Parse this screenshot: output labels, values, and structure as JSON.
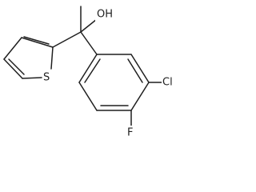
{
  "molecule": {
    "labels": {
      "hydroxyl": "OH",
      "sulfur": "S",
      "chlorine": "Cl",
      "fluorine": "F"
    }
  }
}
